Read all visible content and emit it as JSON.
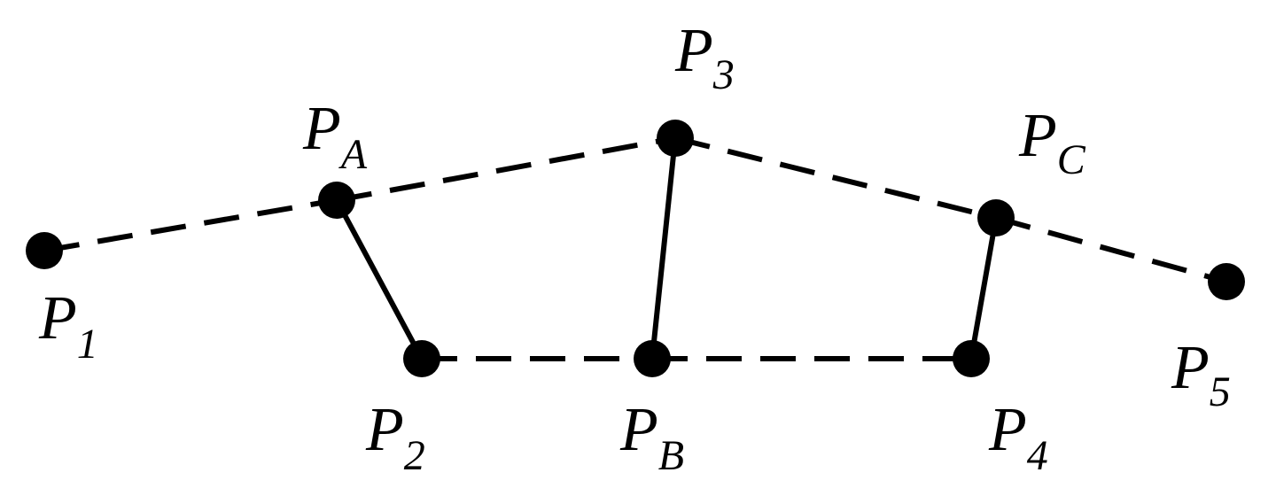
{
  "diagram": {
    "points": {
      "p1": {
        "letter": "P",
        "sub": "1"
      },
      "pa": {
        "letter": "P",
        "sub": "A"
      },
      "p2": {
        "letter": "P",
        "sub": "2"
      },
      "p3": {
        "letter": "P",
        "sub": "3"
      },
      "pb": {
        "letter": "P",
        "sub": "B"
      },
      "pc": {
        "letter": "P",
        "sub": "C"
      },
      "p4": {
        "letter": "P",
        "sub": "4"
      },
      "p5": {
        "letter": "P",
        "sub": "5"
      }
    },
    "colors": {
      "ink": "#000000",
      "background": "#ffffff"
    }
  }
}
